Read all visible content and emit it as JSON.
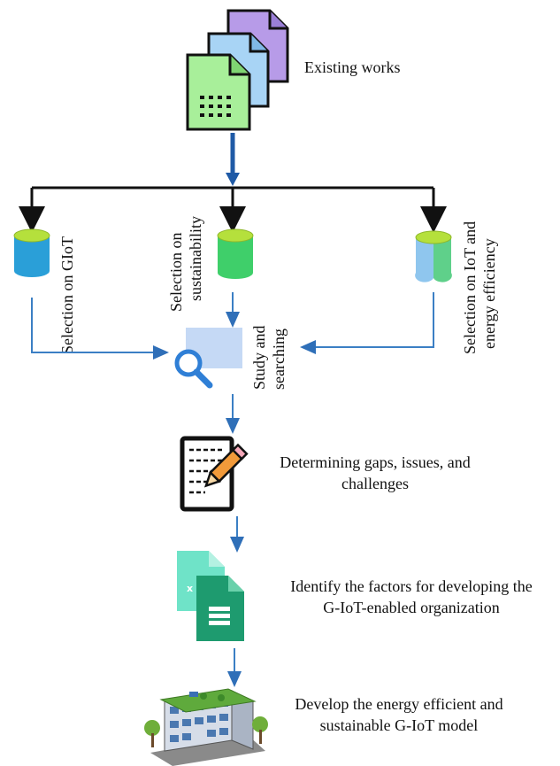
{
  "nodes": {
    "existing_works": "Existing works",
    "selection_giot": "Selection on GIoT",
    "selection_sustainability": [
      "Selection on",
      "sustainability"
    ],
    "selection_iot_energy": [
      "Selection on IoT and",
      "energy efficiency"
    ],
    "study_searching": [
      "Study and",
      "searching"
    ],
    "determining_gaps": [
      "Determining gaps, issues, and",
      "challenges"
    ],
    "identify_factors": [
      "Identify the factors for developing the",
      "G-IoT-enabled organization"
    ],
    "develop_model": [
      "Develop the energy efficient and",
      "sustainable G-IoT model"
    ]
  },
  "colors": {
    "arrow_dark_blue": "#1f5aa6",
    "arrow_blue": "#3b7fc4",
    "black": "#111111",
    "cylinder_blue": "#2a9fd8",
    "cylinder_green": "#3fcf6a",
    "cylinder_mixed_left": "#8fc6ee",
    "cylinder_mixed_right": "#5fd08a",
    "cylinder_top": "#b5e03c",
    "doc_purple": "#b79be8",
    "doc_blue": "#a8d4f5",
    "doc_green": "#a8ef9a",
    "search_panel": "#c5d9f5",
    "magnifier": "#2f7fd6",
    "excel_light": "#6fe3c8",
    "excel_dark": "#1e9b6f"
  },
  "icons": {
    "existing_works": "stacked-documents-icon",
    "databases": "database-cylinder-icon",
    "study": "magnifier-search-icon",
    "gaps": "notepad-pencil-icon",
    "factors": "spreadsheet-files-icon",
    "model": "green-building-icon"
  }
}
